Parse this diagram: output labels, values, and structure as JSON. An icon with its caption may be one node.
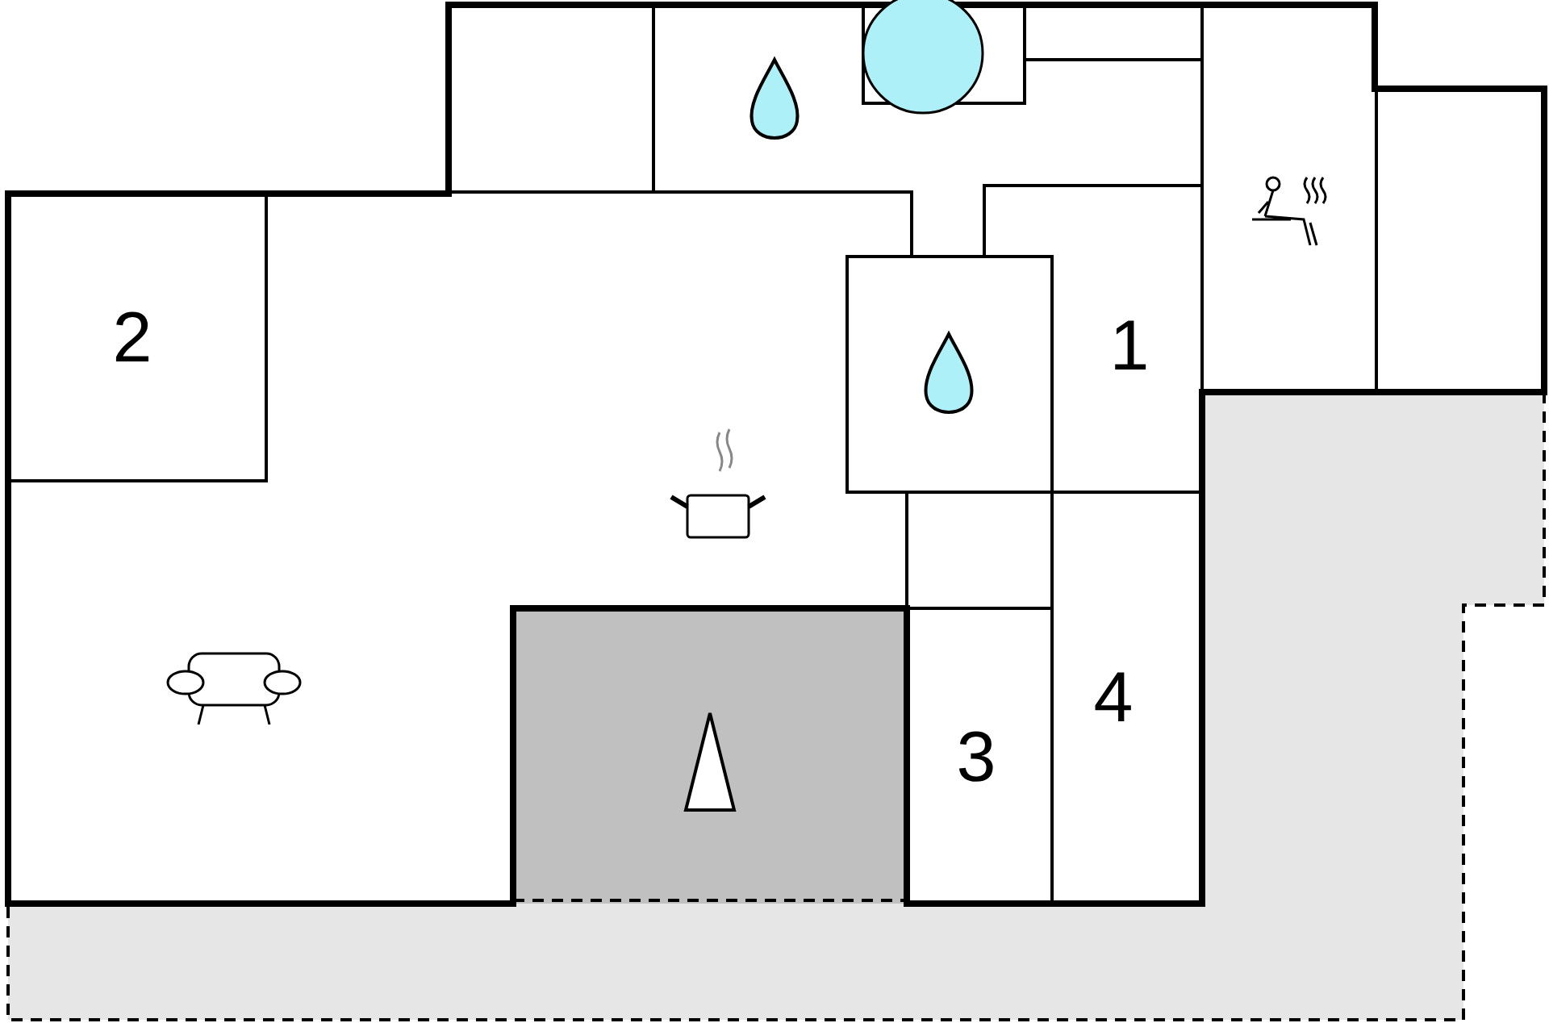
{
  "diagram": {
    "nodes": [
      {
        "text": [
          "2"
        ]
      },
      {
        "text": [
          "1"
        ]
      },
      {
        "text": [
          "4"
        ]
      },
      {
        "text": [
          "3"
        ]
      }
    ]
  }
}
